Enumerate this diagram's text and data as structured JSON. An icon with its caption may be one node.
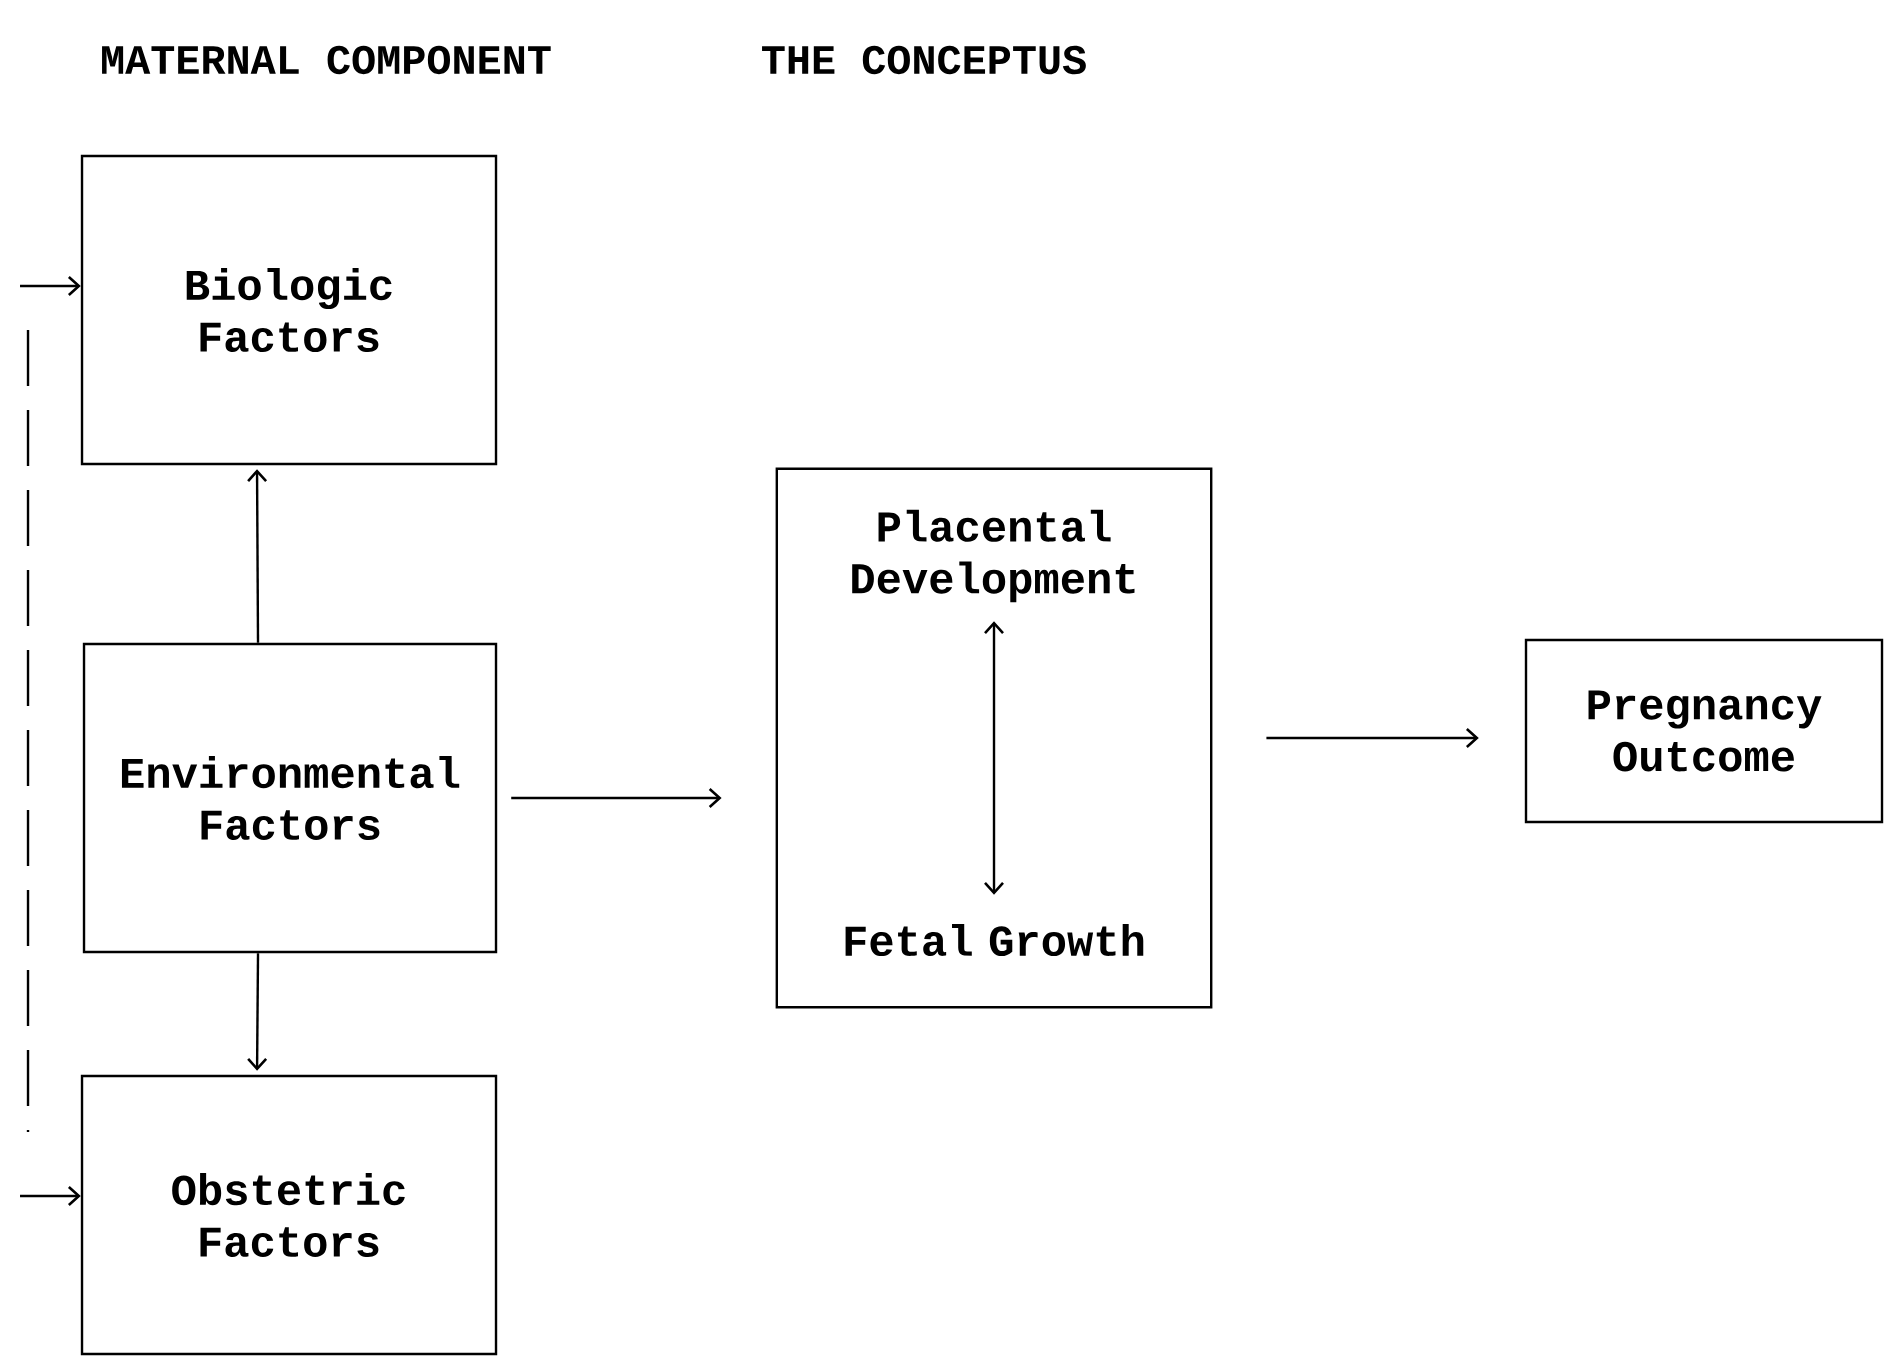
{
  "diagram": {
    "nodes": [
      {
        "text": [
          "Biologic Factors"
        ]
      },
      {
        "text": [
          "Environmental Factors"
        ]
      },
      {
        "text": [
          "Obstetric Factors"
        ]
      },
      {
        "text": [],
        "shape": "box"
      },
      {
        "text": [
          "Placental Development"
        ],
        "in": 3
      },
      {
        "text": [
          "Fetal Growth"
        ],
        "in": 3
      },
      {
        "text": [
          "Pregnancy Outcome"
        ]
      }
    ],
    "edges": [
      {
        "from": 1,
        "to": 0,
        "arrow": "to"
      },
      {
        "from": 1,
        "to": 2,
        "arrow": "to"
      },
      {
        "from": 1,
        "to": 3,
        "arrow": "to"
      },
      {
        "from": 4,
        "to": 5,
        "arrow": "both"
      },
      {
        "from": 3,
        "to": 6,
        "arrow": "to"
      },
      {
        "from": null,
        "to": 0,
        "arrow": "to",
        "style": "dashed"
      },
      {
        "from": null,
        "to": 2,
        "arrow": "to",
        "style": "dashed"
      }
    ],
    "labels": [
      "MATERNAL COMPONENT",
      "THE CONCEPTUS"
    ]
  }
}
